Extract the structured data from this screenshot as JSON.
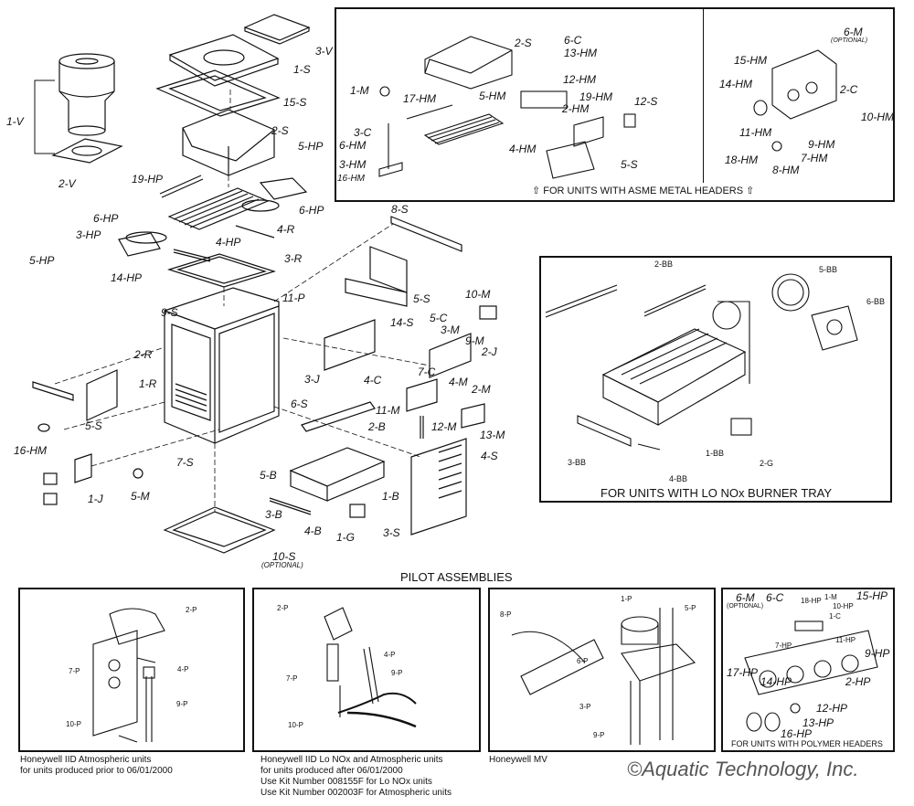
{
  "labels": {
    "v3": "3-V",
    "s1": "1-S",
    "v1": "1-V",
    "s15": "15-S",
    "v2": "2-V",
    "s2": "2-S",
    "hp5a": "5-HP",
    "hp19": "19-HP",
    "hp6a": "6-HP",
    "hp6b": "6-HP",
    "hp3": "3-HP",
    "hp4": "4-HP",
    "r4": "4-R",
    "hp5b": "5-HP",
    "hp14": "14-HP",
    "r3": "3-R",
    "s8": "8-S",
    "s9": "9-S",
    "p11": "11-P",
    "s5": "5-S",
    "r2": "2-R",
    "r1": "1-R",
    "s14": "14-S",
    "c5": "5-C",
    "m3": "3-M",
    "m10": "10-M",
    "m9": "9-M",
    "j2": "2-J",
    "j3": "3-J",
    "c4": "4-C",
    "c7": "7-C",
    "m4": "4-M",
    "m2": "2-M",
    "s6": "6-S",
    "m11": "11-M",
    "b2": "2-B",
    "m12": "12-M",
    "m13": "13-M",
    "s5b": "5-S",
    "hm16": "16-HM",
    "s7": "7-S",
    "s4": "4-S",
    "b5": "5-B",
    "b1": "1-B",
    "j1": "1-J",
    "m5": "5-M",
    "b3": "3-B",
    "g1": "1-G",
    "b4": "4-B",
    "s3": "3-S",
    "s10": "10-S",
    "s10opt": "(OPTIONAL)"
  },
  "asme": {
    "caption": "FOR UNITS WITH ASME METAL HEADERS",
    "labels": {
      "s2": "2-S",
      "c6": "6-C",
      "hm13": "13-HM",
      "m1": "1-M",
      "hm17": "17-HM",
      "hm12": "12-HM",
      "hm5": "5-HM",
      "hm19": "19-HM",
      "s12": "12-S",
      "hm2": "2-HM",
      "c3": "3-C",
      "hm6": "6-HM",
      "hm4": "4-HM",
      "hm3": "3-HM",
      "s5": "5-S",
      "hm16": "16-HM",
      "m6": "6-M",
      "m6opt": "(OPTIONAL)",
      "hm15": "15-HM",
      "hm14": "14-HM",
      "c2": "2-C",
      "hm10": "10-HM",
      "hm11": "11-HM",
      "hm9": "9-HM",
      "hm18": "18-HM",
      "hm7": "7-HM",
      "hm8": "8-HM"
    }
  },
  "lonox": {
    "caption": "FOR UNITS WITH LO NOx BURNER TRAY",
    "labels": {
      "bb2": "2-BB",
      "bb5": "5-BB",
      "bb6": "6-BB",
      "bb3": "3-BB",
      "bb1": "1-BB",
      "g2": "2-G",
      "bb4": "4-BB"
    }
  },
  "pilot": {
    "title": "PILOT ASSEMBLIES",
    "p1": {
      "labels": {
        "p2": "2-P",
        "p7": "7-P",
        "p4": "4-P",
        "p9": "9-P",
        "p10": "10-P"
      },
      "caption1": "Honeywell IID Atmospheric units",
      "caption2": "for units produced prior to 06/01/2000"
    },
    "p2": {
      "labels": {
        "p2": "2-P",
        "p4": "4-P",
        "p7": "7-P",
        "p9": "9-P",
        "p10": "10-P"
      },
      "caption1": "Honeywell IID Lo NOx and Atmospheric units",
      "caption2": "for units produced after 06/01/2000",
      "caption3": "Use Kit Number 008155F for Lo NOx units",
      "caption4": "Use Kit Number 002003F for Atmospheric units"
    },
    "p3": {
      "labels": {
        "p1": "1-P",
        "p8": "8-P",
        "p5": "5-P",
        "p6": "6-P",
        "p3": "3-P",
        "p9": "9-P"
      },
      "caption1": "Honeywell MV"
    },
    "p4": {
      "labels": {
        "m6": "6-M",
        "m6opt": "(OPTIONAL)",
        "c6": "6-C",
        "hp18": "18-HP",
        "m1": "1-M",
        "hp15": "15-HP",
        "hp10": "10-HP",
        "c1": "1-C",
        "hp7": "7-HP",
        "hp11": "11-HP",
        "hp9": "9-HP",
        "hp17": "17-HP",
        "hp14": "14-HP",
        "hp2": "2-HP",
        "hp12": "12-HP",
        "hp13": "13-HP",
        "hp16": "16-HP"
      },
      "caption": "FOR UNITS WITH POLYMER HEADERS"
    }
  },
  "copyright": "©Aquatic Technology, Inc."
}
